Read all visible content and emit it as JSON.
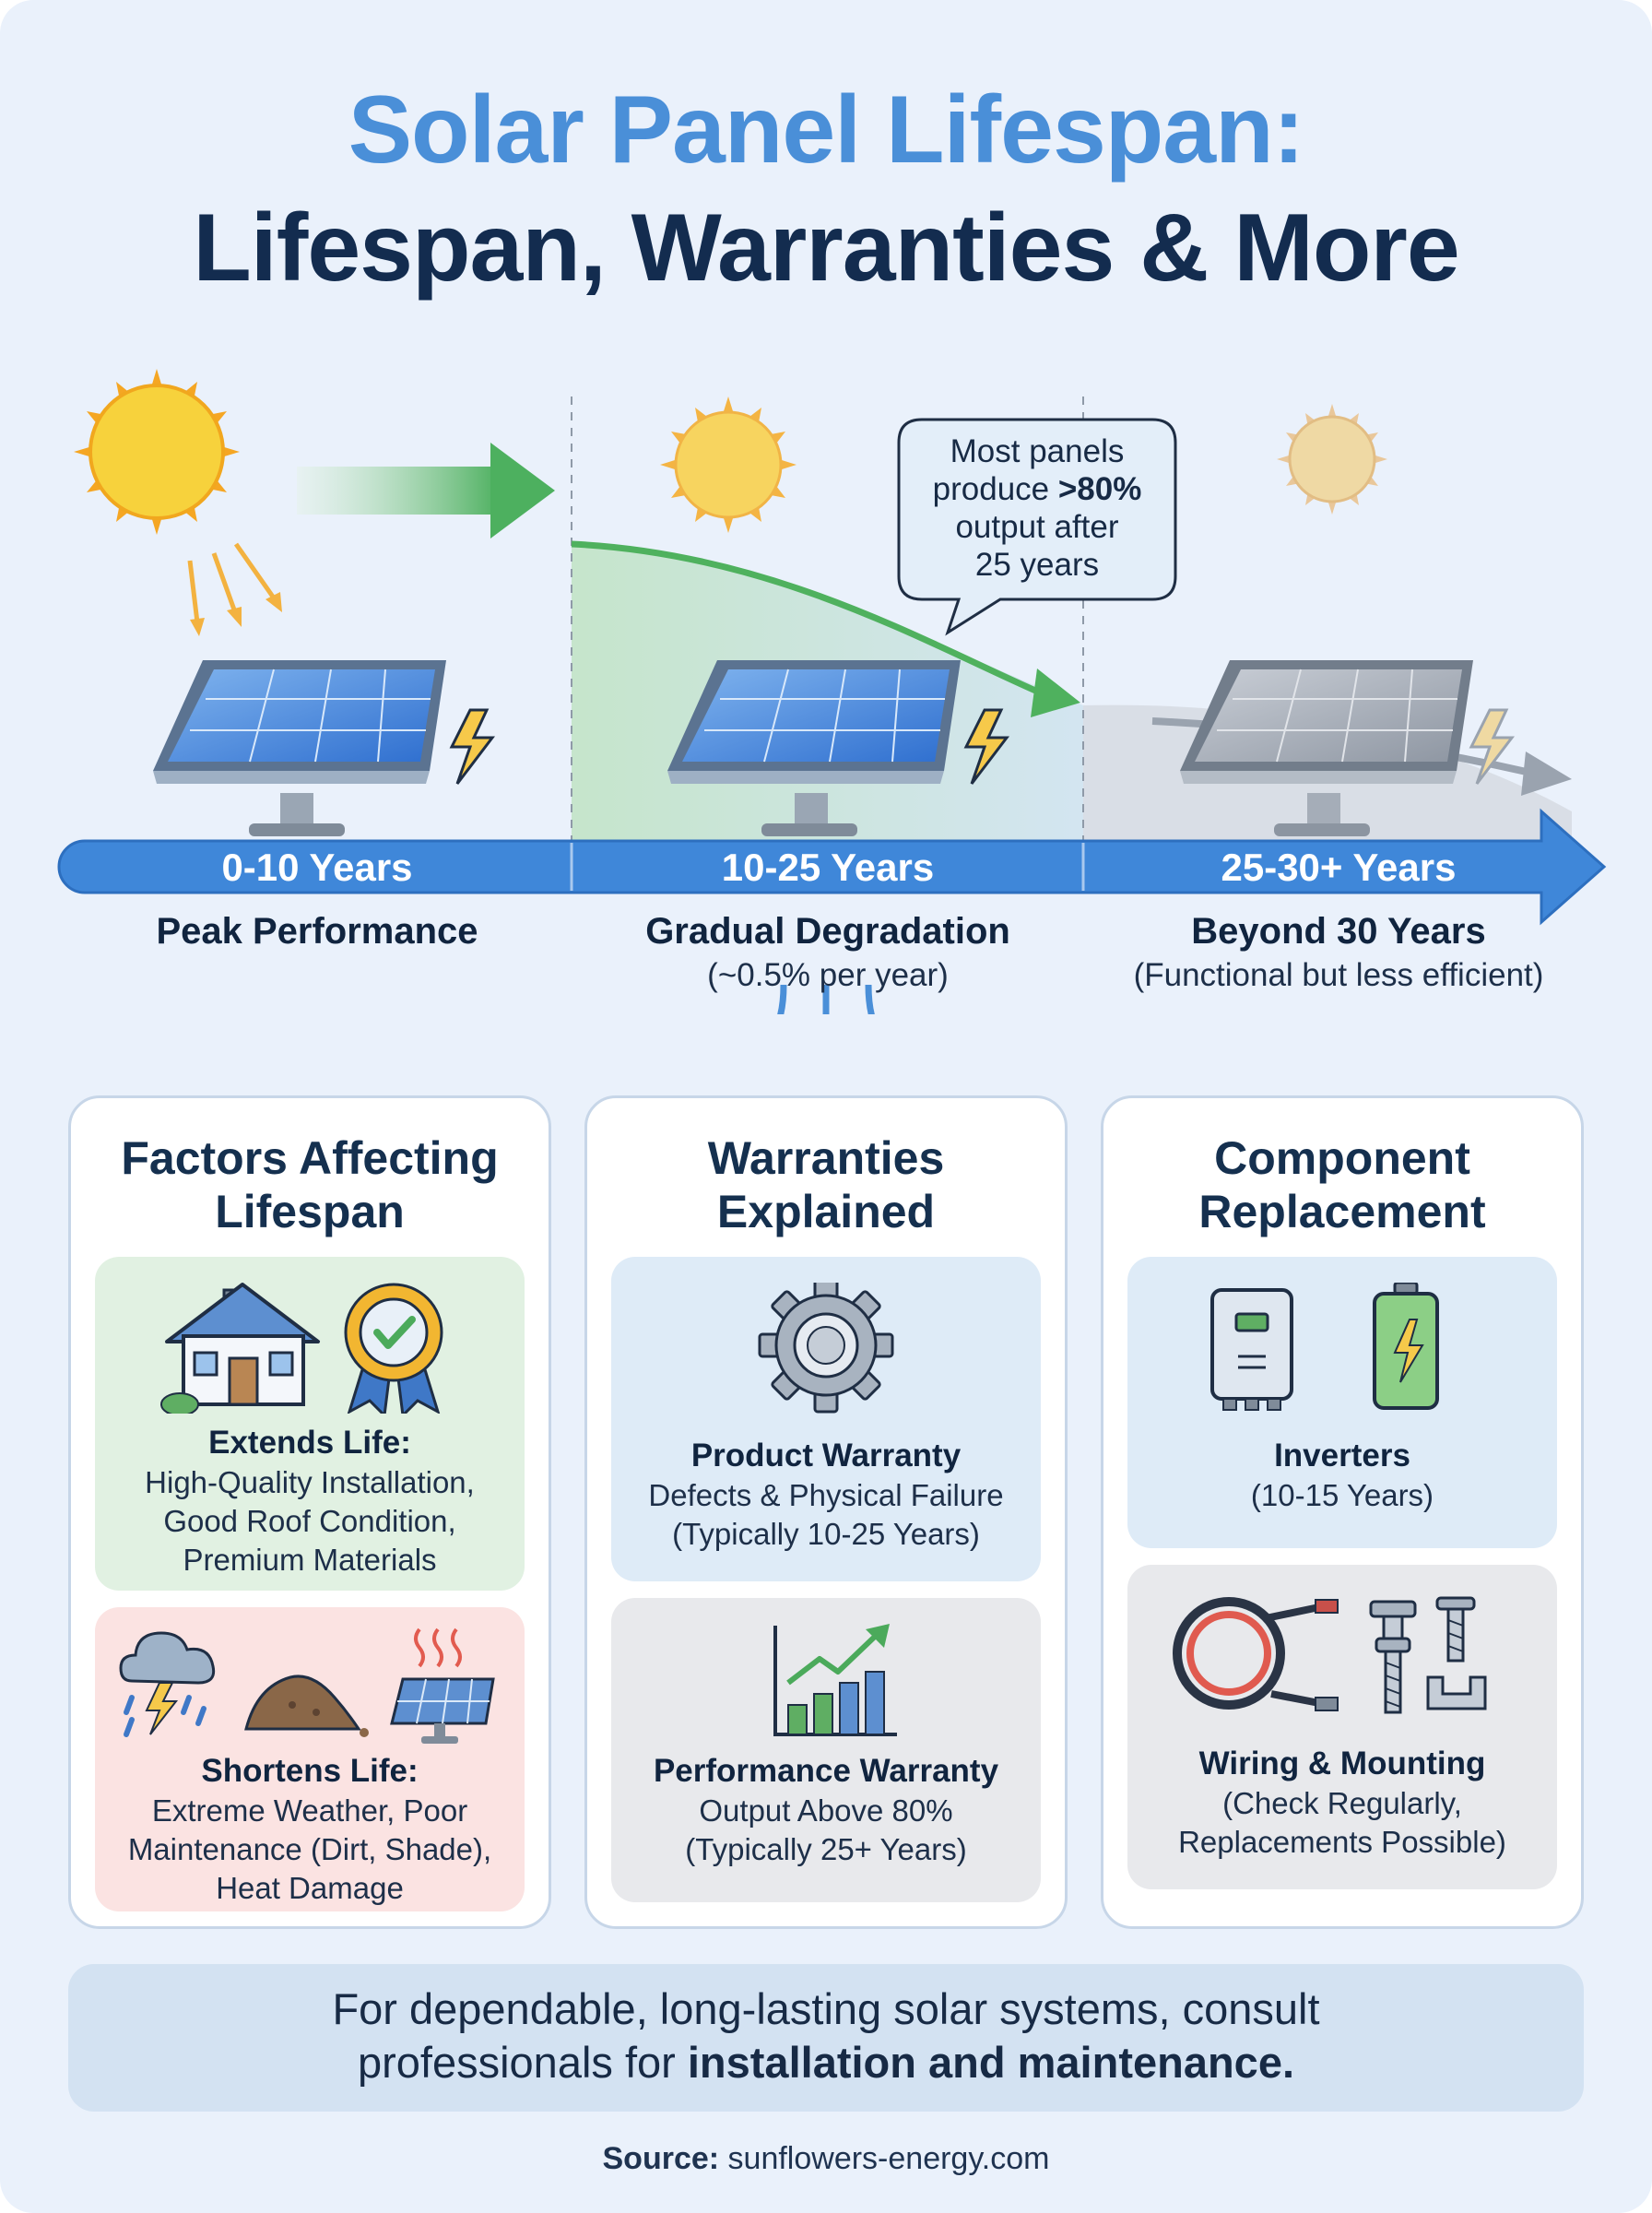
{
  "title_line1": "Solar Panel Lifespan:",
  "title_line2": "Lifespan, Warranties & More",
  "callout": {
    "line1": "Most panels",
    "line2_pre": "produce ",
    "line2_bold": ">80%",
    "line3": "output after",
    "line4": "25 years"
  },
  "timeline": {
    "stages": [
      {
        "range": "0-10 Years",
        "title": "Peak Performance",
        "subtitle": ""
      },
      {
        "range": "10-25 Years",
        "title": "Gradual Degradation",
        "subtitle": "(~0.5% per year)"
      },
      {
        "range": "25-30+ Years",
        "title": "Beyond 30 Years",
        "subtitle": "(Functional but less efficient)"
      }
    ]
  },
  "cards": {
    "factors": {
      "title_line1": "Factors Affecting",
      "title_line2": "Lifespan",
      "extends": {
        "head": "Extends Life:",
        "body": [
          "High-Quality Installation,",
          "Good Roof Condition,",
          "Premium Materials"
        ],
        "icons": [
          "house-icon",
          "quality-badge-icon"
        ]
      },
      "shortens": {
        "head": "Shortens Life:",
        "body": [
          "Extreme Weather, Poor",
          "Maintenance (Dirt, Shade),",
          "Heat Damage"
        ],
        "icons": [
          "storm-cloud-icon",
          "dirt-pile-icon",
          "hot-panel-icon"
        ]
      }
    },
    "warranties": {
      "title_line1": "Warranties",
      "title_line2": "Explained",
      "product": {
        "head": "Product Warranty",
        "body": [
          "Defects & Physical Failure",
          "(Typically 10-25 Years)"
        ],
        "icons": [
          "gear-icon"
        ]
      },
      "performance": {
        "head": "Performance Warranty",
        "body": [
          "Output Above 80%",
          "(Typically 25+ Years)"
        ],
        "icons": [
          "growth-chart-icon"
        ]
      }
    },
    "components": {
      "title_line1": "Component",
      "title_line2": "Replacement",
      "inverters": {
        "head": "Inverters",
        "body": [
          "(10-15 Years)"
        ],
        "icons": [
          "inverter-icon",
          "battery-icon"
        ]
      },
      "wiring": {
        "head": "Wiring & Mounting",
        "body": [
          "(Check Regularly,",
          "Replacements Possible)"
        ],
        "icons": [
          "cable-icon",
          "bolt-screw-icon"
        ]
      }
    }
  },
  "footer": {
    "line1": "For dependable, long-lasting solar systems, consult",
    "line2_pre": "professionals for ",
    "line2_bold": "installation and maintenance."
  },
  "source": {
    "label": "Source:",
    "value": " sunflowers-energy.com"
  },
  "colors": {
    "title_blue": "#4a8fd8",
    "title_dark": "#132c4f",
    "timeline_blue": "#3f87d9",
    "green_arrow": "#5cbf6a",
    "gray_arrow": "#9aa3af"
  }
}
